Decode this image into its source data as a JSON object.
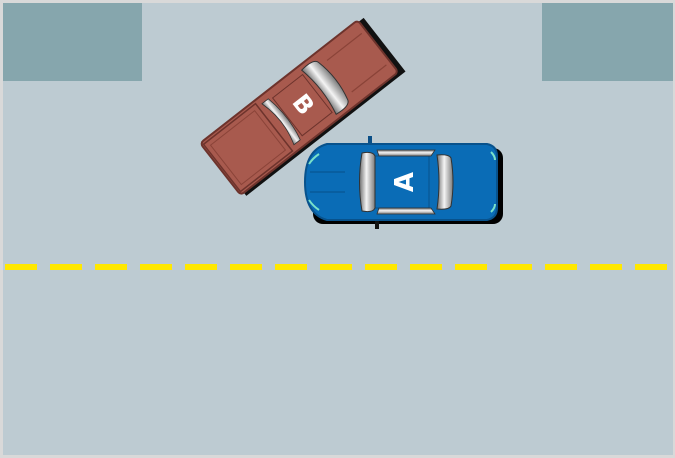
{
  "scene": {
    "colors": {
      "road": "#bdcbd2",
      "sidewalk_block": "#86a6ad",
      "center_line": "#ffe800",
      "frame": "#d9d9d9"
    },
    "center_line_style": "dashed"
  },
  "vehicles": [
    {
      "id": "A",
      "label": "A",
      "kind": "sedan",
      "body_color": "#0a6cb6",
      "dark_color": "#0a4f87",
      "heading": "west"
    },
    {
      "id": "B",
      "label": "B",
      "kind": "pickup",
      "body_color": "#a85a4e",
      "dark_color": "#7c3a31",
      "heading": "northeast"
    }
  ]
}
